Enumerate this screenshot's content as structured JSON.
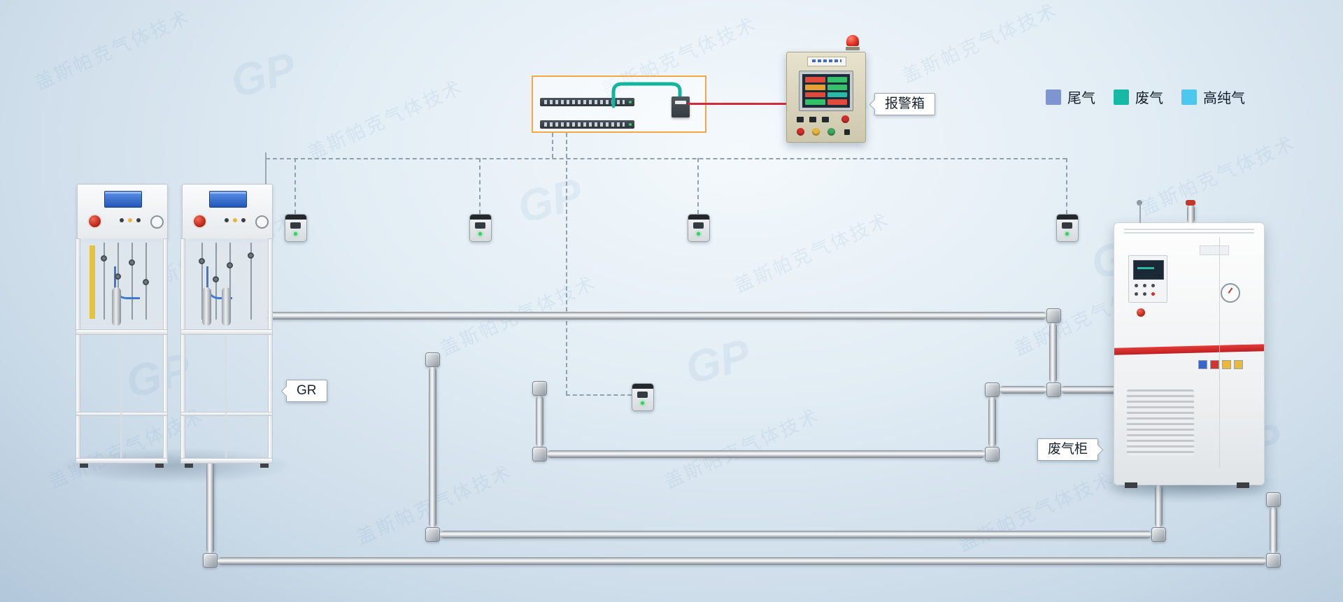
{
  "legend": {
    "items": [
      {
        "label": "尾气",
        "color": "#7e95d2"
      },
      {
        "label": "废气",
        "color": "#16b9a3"
      },
      {
        "label": "高纯气",
        "color": "#4ec7ef"
      }
    ]
  },
  "callouts": {
    "alarm_box": "报警箱",
    "gas_rack": "GR",
    "waste_cabinet": "废气柜"
  },
  "watermark": {
    "logo": "GP",
    "text": "盖斯帕克气体技术"
  },
  "colors": {
    "signal_line": "#d2293c",
    "network_cable": "#14b5a0",
    "switch_box_border": "#f2a843"
  }
}
